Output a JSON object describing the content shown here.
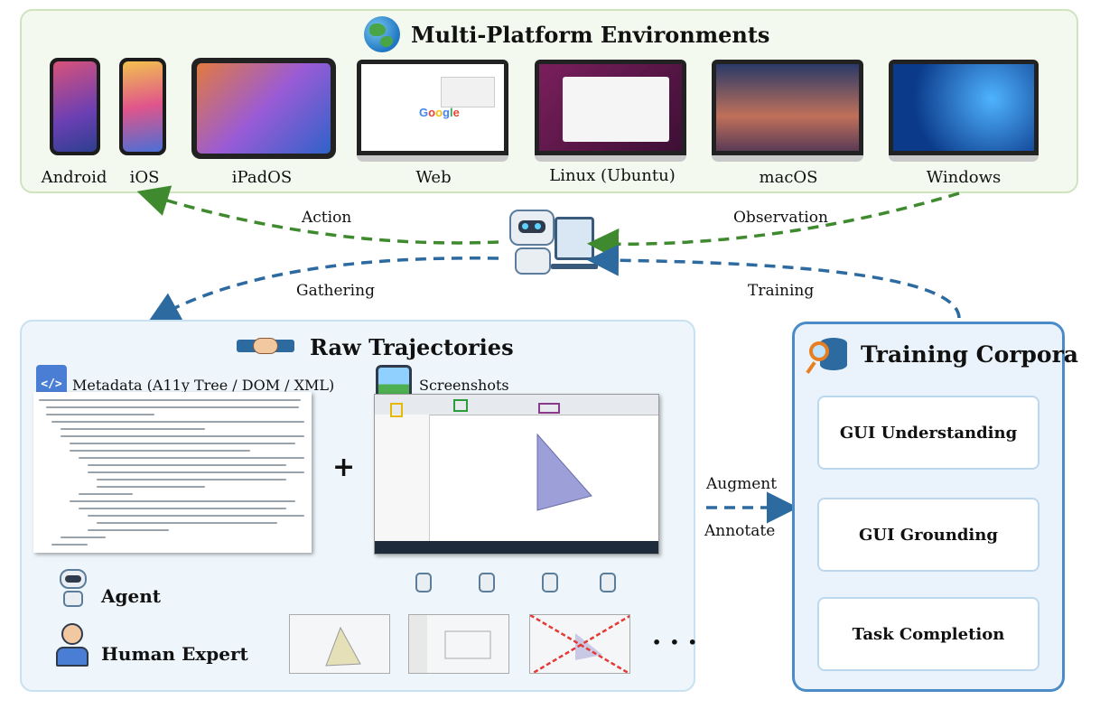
{
  "environments": {
    "title": "Multi-Platform Environments",
    "platforms": [
      "Android",
      "iOS",
      "iPadOS",
      "Web",
      "Linux (Ubuntu)",
      "macOS",
      "Windows"
    ]
  },
  "flow": {
    "action": "Action",
    "observation": "Observation",
    "gathering": "Gathering",
    "training": "Training",
    "augment": "Augment",
    "annotate": "Annotate"
  },
  "raw": {
    "title": "Raw Trajectories",
    "metadata_label": "Metadata (A11y Tree / DOM / XML)",
    "screenshots_label": "Screenshots",
    "plus": "+",
    "sources": [
      "Agent",
      "Human Expert"
    ],
    "ellipsis": "• • •"
  },
  "corpora": {
    "title": "Training Corpora",
    "items": [
      "GUI Understanding",
      "GUI Grounding",
      "Task Completion"
    ]
  },
  "colors": {
    "green_arrow": "#3f8a2e",
    "blue_arrow": "#2c6aa0",
    "yellow_branch": "#e6b800",
    "green_branch": "#3db83a",
    "purple_branch": "#7a2a8a",
    "gray_branch": "#8a8a8a",
    "cross": "#e53935"
  }
}
